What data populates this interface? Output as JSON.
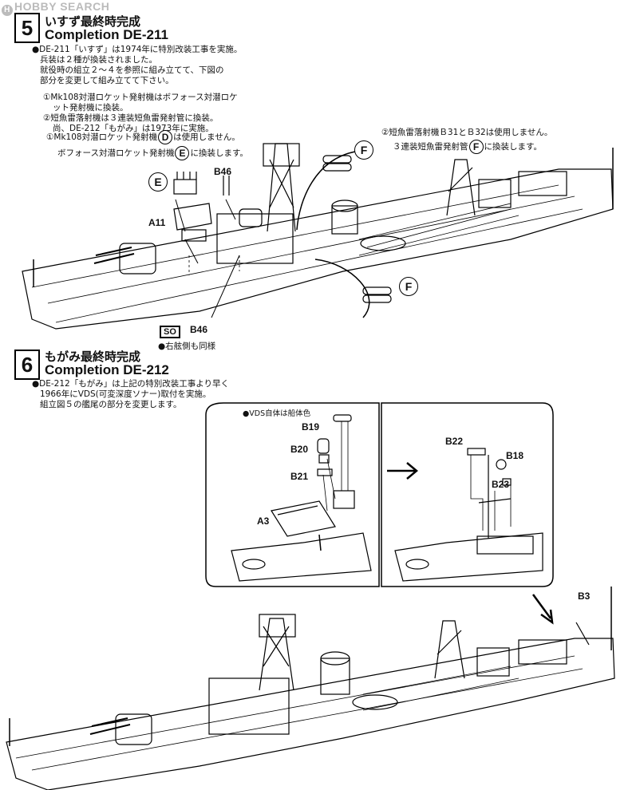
{
  "watermark": {
    "text": "HOBBY SEARCH",
    "logo": "H"
  },
  "step5": {
    "number": "5",
    "title_jp": "いすず最終時完成",
    "title_en": "Completion DE-211",
    "notes": [
      "●DE-211「いすず」は1974年に特別改装工事を実施。",
      "兵装は２種が換装されました。",
      "就役時の組立２～４を参照に組み立てて、下図の",
      "部分を変更して組み立てて下さい。",
      "①Mk108対潜ロケット発射機はボフォース対潜ロケ",
      "ット発射機に換装。",
      "②短魚雷落射機は３連装短魚雷発射管に換装。",
      "尚、DE-212「もがみ」は1973年に実施。"
    ],
    "callout1": {
      "a": "①Mk108対潜ロケット発射機",
      "a_circle": "D",
      "a_end": "は使用しません。",
      "b": "ボフォース対潜ロケット発射機",
      "b_circle": "E",
      "b_end": "に換装します。"
    },
    "callout2": {
      "a": "②短魚雷落射機Ｂ31とＢ32は使用しません。",
      "b": "３連装短魚雷発射管",
      "b_circle": "F",
      "b_end": "に換装します。"
    },
    "labels": {
      "e": "E",
      "f_top": "F",
      "f_bottom": "F",
      "a11": "A11",
      "b46_top": "B46",
      "b46_bottom": "B46",
      "so": "SO",
      "starboard": "●右舷側も同様"
    }
  },
  "step6": {
    "number": "6",
    "title_jp": "もがみ最終時完成",
    "title_en": "Completion DE-212",
    "notes": [
      "●DE-212「もがみ」は上記の特別改装工事より早く",
      "1966年にVDS(可変深度ソナー)取付を実施。",
      "組立図５の艦尾の部分を変更します。"
    ],
    "vds_note": "●VDS自体は船体色",
    "labels": {
      "b19": "B19",
      "b20": "B20",
      "b21": "B21",
      "a3": "A3",
      "b22": "B22",
      "b18": "B18",
      "b23": "B23",
      "b3": "B3"
    }
  },
  "icons": {
    "arrow_right": "arrow-right-icon",
    "arrow_down": "arrow-down-icon"
  }
}
